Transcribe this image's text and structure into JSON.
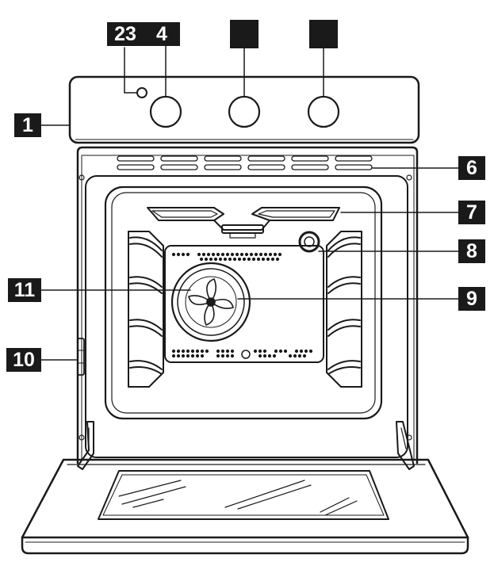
{
  "callouts": {
    "c1": "1",
    "c234": "23",
    "c4": "4",
    "c6": "6",
    "c7": "7",
    "c8": "8",
    "c9": "9",
    "c10": "10",
    "c11": "11"
  },
  "colors": {
    "line": "#1a1a1a",
    "label_bg": "#1a1a1a",
    "label_text": "#ffffff",
    "paper": "#ffffff"
  }
}
